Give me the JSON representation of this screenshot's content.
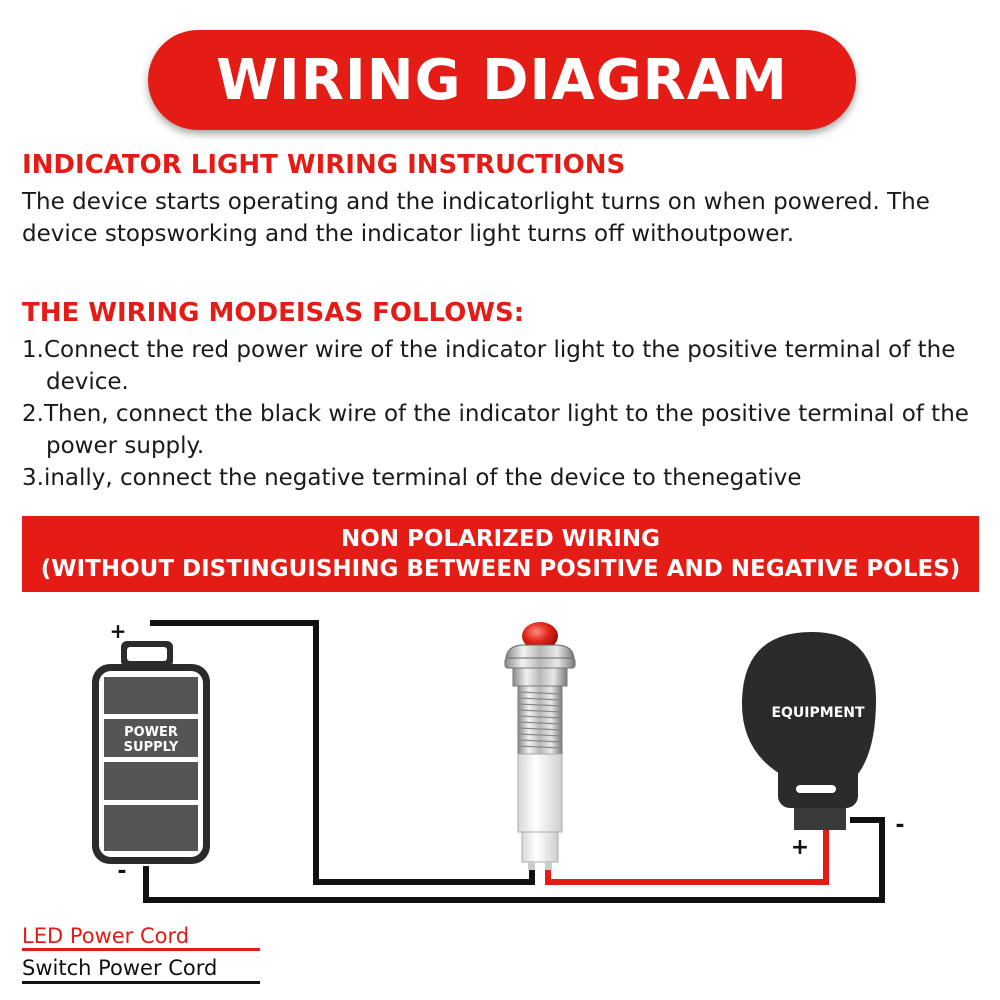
{
  "title": "WIRING DIAGRAM",
  "section1": {
    "heading": "INDICATOR LIGHT WIRING INSTRUCTIONS",
    "body": "The device starts operating and the indicatorlight turns on when powered. The device stopsworking and the indicator light turns off withoutpower."
  },
  "section2": {
    "heading": "THE WIRING MODEISAS FOLLOWS:",
    "steps": [
      "1.Connect the red power wire of the indicator light to the positive terminal of the device.",
      "2.Then, connect the black wire of the indicator light to the positive terminal of the power supply.",
      "3.inally, connect the negative terminal of the device to thenegative"
    ]
  },
  "banner": {
    "line1": "NON POLARIZED WIRING",
    "line2": "(WITHOUT DISTINGUISHING BETWEEN POSITIVE AND NEGATIVE POLES)"
  },
  "diagram": {
    "battery_label_line1": "POWER",
    "battery_label_line2": "SUPPLY",
    "battery_plus": "+",
    "battery_minus": "-",
    "equipment_label": "EQUIPMENT",
    "equipment_plus": "+",
    "equipment_minus": "-"
  },
  "legend": {
    "led_cord": "LED Power Cord",
    "switch_cord": "Switch Power Cord"
  },
  "colors": {
    "accent_red": "#e51b15",
    "wire_red": "#e51b15",
    "wire_black": "#111111",
    "equipment_body": "#2b2b2b",
    "battery_body": "#2b2b2b"
  }
}
